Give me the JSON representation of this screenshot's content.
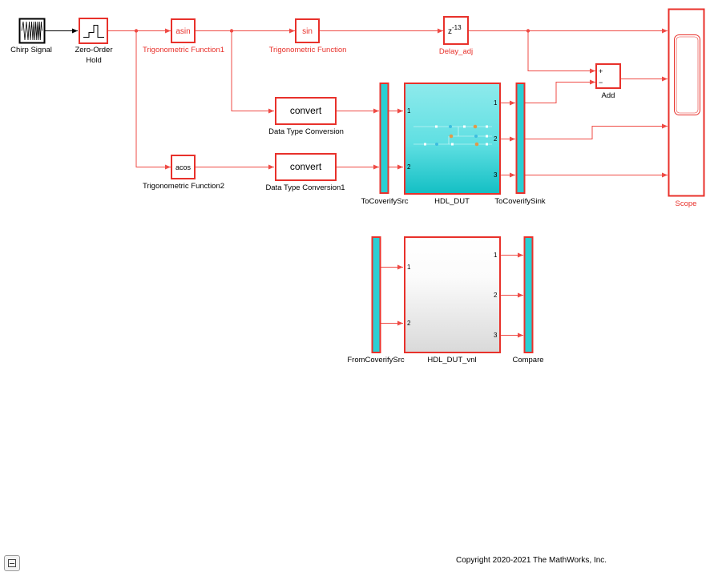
{
  "blocks": {
    "chirp_signal": "Chirp Signal",
    "zero_order_hold": [
      "Zero-Order",
      "Hold"
    ],
    "asin": {
      "content": "asin",
      "label": "Trigonometric Function1"
    },
    "sin": {
      "content": "sin",
      "label": "Trigonometric Function"
    },
    "acos": {
      "content": "acos",
      "label": "Trigonometric Function2"
    },
    "delay": {
      "content_base": "z",
      "content_exp": "-13",
      "label": "Delay_adj"
    },
    "convert1": {
      "content": "convert",
      "label": "Data Type Conversion"
    },
    "convert2": {
      "content": "convert",
      "label": "Data Type Conversion1"
    },
    "to_coverify_src": "ToCoverifySrc",
    "hdl_dut": "HDL_DUT",
    "to_coverify_sink": "ToCoverifySink",
    "add": {
      "label": "Add",
      "plus": "+",
      "minus": "−"
    },
    "scope": "Scope",
    "from_coverify_src": "FromCoverifySrc",
    "hdl_dut_vnl": "HDL_DUT_vnl",
    "compare": "Compare"
  },
  "ports": {
    "dut_in": [
      "1",
      "2"
    ],
    "dut_out": [
      "1",
      "2",
      "3"
    ],
    "vnl_in": [
      "1",
      "2"
    ],
    "vnl_out": [
      "1",
      "2",
      "3"
    ]
  },
  "footer": {
    "copyright": "Copyright 2020-2021 The MathWorks, Inc."
  },
  "colors": {
    "highlight": "#e8312b",
    "cyan": "#29cfd3",
    "line": "#ef4b45"
  },
  "icons": {
    "collapse": "collapse-icon"
  }
}
